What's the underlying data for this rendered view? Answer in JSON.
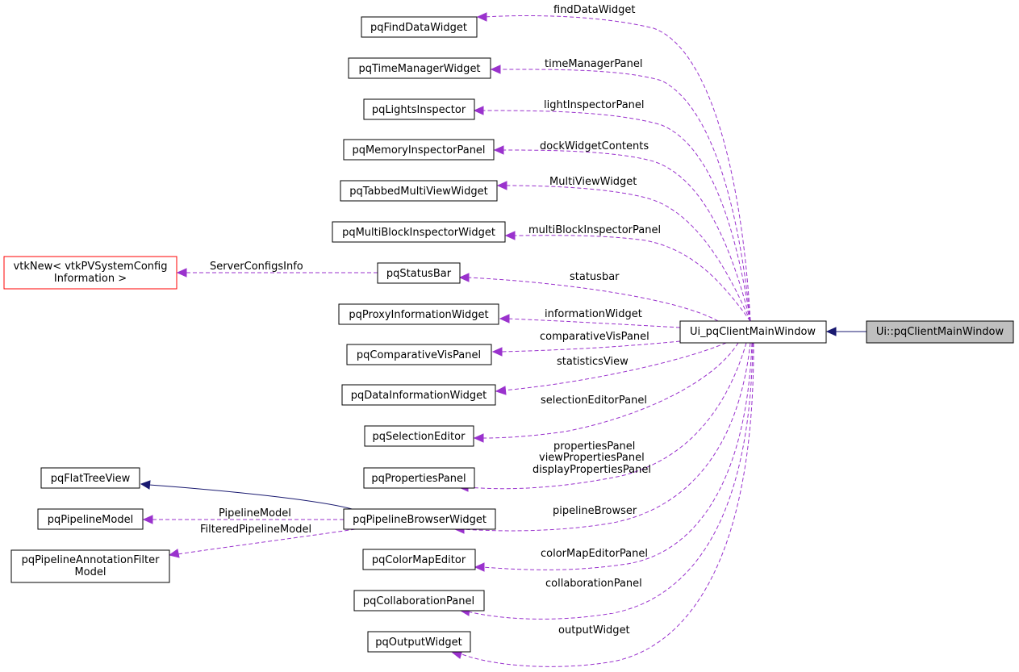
{
  "nodes": {
    "findDataWidget": "pqFindDataWidget",
    "timeManagerWidget": "pqTimeManagerWidget",
    "lightsInspector": "pqLightsInspector",
    "memoryInspectorPanel": "pqMemoryInspectorPanel",
    "tabbedMultiViewWidget": "pqTabbedMultiViewWidget",
    "multiBlockInspectorWidget": "pqMultiBlockInspectorWidget",
    "vtkNew_line1": "vtkNew< vtkPVSystemConfig",
    "vtkNew_line2": "Information >",
    "statusBar": "pqStatusBar",
    "proxyInformationWidget": "pqProxyInformationWidget",
    "uiMainWindow": "Ui_pqClientMainWindow",
    "uiNsMainWindow": "Ui::pqClientMainWindow",
    "comparativeVisPanel": "pqComparativeVisPanel",
    "dataInformationWidget": "pqDataInformationWidget",
    "selectionEditor": "pqSelectionEditor",
    "flatTreeView": "pqFlatTreeView",
    "propertiesPanel": "pqPropertiesPanel",
    "pipelineModel": "pqPipelineModel",
    "pipelineBrowserWidget": "pqPipelineBrowserWidget",
    "annotationFilter_line1": "pqPipelineAnnotationFilter",
    "annotationFilter_line2": "Model",
    "colorMapEditor": "pqColorMapEditor",
    "collaborationPanel": "pqCollaborationPanel",
    "outputWidget": "pqOutputWidget"
  },
  "edges": {
    "findDataWidget": "findDataWidget",
    "timeManagerPanel": "timeManagerPanel",
    "lightInspectorPanel": "lightInspectorPanel",
    "dockWidgetContents": "dockWidgetContents",
    "multiViewWidget": "MultiViewWidget",
    "multiBlockInspectorPanel": "multiBlockInspectorPanel",
    "serverConfigsInfo": "ServerConfigsInfo",
    "statusbar": "statusbar",
    "informationWidget": "informationWidget",
    "comparativeVisPanel": "comparativeVisPanel",
    "statisticsView": "statisticsView",
    "selectionEditorPanel": "selectionEditorPanel",
    "propertiesPanel": "propertiesPanel",
    "viewPropertiesPanel": "viewPropertiesPanel",
    "displayPropertiesPanel": "displayPropertiesPanel",
    "pipelineModel": "PipelineModel",
    "filteredPipelineModel": "FilteredPipelineModel",
    "pipelineBrowser": "pipelineBrowser",
    "colorMapEditorPanel": "colorMapEditorPanel",
    "collaborationPanel": "collaborationPanel",
    "outputWidget": "outputWidget"
  },
  "colors": {
    "usage_edge": "#9a32cd",
    "inheritance_edge": "#191970",
    "highlight_node_fill": "#bfbfbf",
    "external_node_border": "#ff0000"
  }
}
